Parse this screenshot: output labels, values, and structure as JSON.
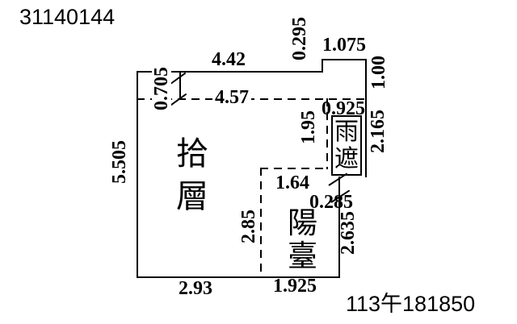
{
  "meta": {
    "plan_id": "31140144",
    "timestamp": "113午181850"
  },
  "colors": {
    "ink": "#000000",
    "paper": "#ffffff"
  },
  "rooms": {
    "main_floor": "拾層",
    "main_floor_char1": "拾",
    "main_floor_char2": "層",
    "balcony": "陽臺",
    "balcony_char1": "陽",
    "balcony_char2": "臺",
    "rain_shelter": "雨遮",
    "rain_shelter_char1": "雨",
    "rain_shelter_char2": "遮"
  },
  "dimensions": {
    "top_width": "4.42",
    "parapet_width": "1.075",
    "parapet_height": "0.295",
    "top_inset": "0.705",
    "interior_width": "4.57",
    "right_upper": "1.00",
    "shelter_width": "0.925",
    "shelter_height": "1.95",
    "right_shelter": "2.165",
    "left_height": "5.505",
    "balcony_top": "1.64",
    "shelter_offset": "0.285",
    "balcony_left": "2.85",
    "balcony_right": "2.635",
    "bottom_left": "2.93",
    "bottom_balcony": "1.925"
  }
}
